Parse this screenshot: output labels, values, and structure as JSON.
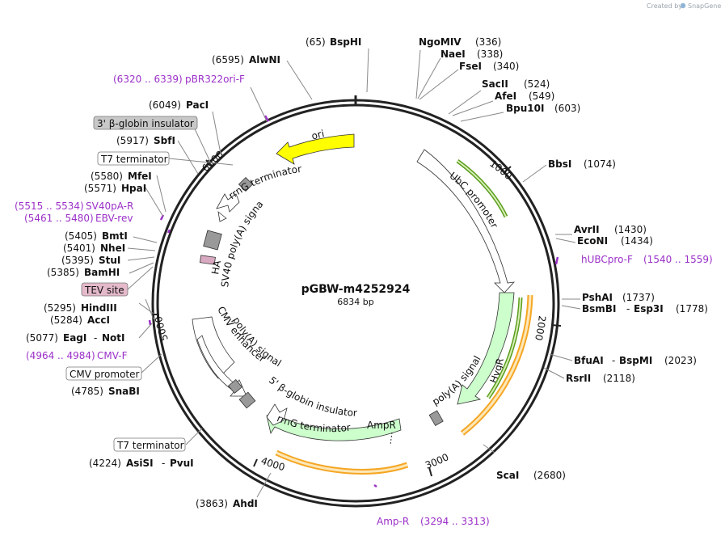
{
  "header": {
    "created_by": "Created by",
    "app_name": "SnapGene"
  },
  "plasmid": {
    "name": "pGBW-m4252924",
    "length": "6834 bp"
  },
  "ticks": [
    "1000",
    "2000",
    "3000",
    "4000",
    "5000",
    "6000"
  ],
  "sites": [
    {
      "name": "BspHI",
      "pos": "(65)"
    },
    {
      "name": "NgoMIV",
      "pos": "(336)"
    },
    {
      "name": "NaeI",
      "pos": "(338)"
    },
    {
      "name": "FseI",
      "pos": "(340)"
    },
    {
      "name": "SacII",
      "pos": "(524)"
    },
    {
      "name": "AfeI",
      "pos": "(549)"
    },
    {
      "name": "Bpu10I",
      "pos": "(603)"
    },
    {
      "name": "BbsI",
      "pos": "(1074)"
    },
    {
      "name": "AvrII",
      "pos": "(1430)"
    },
    {
      "name": "EcoNI",
      "pos": "(1434)"
    },
    {
      "name": "PshAI",
      "pos": "(1737)"
    },
    {
      "name": "BsmBI",
      "name2": "Esp3I",
      "pos": "(1778)"
    },
    {
      "name": "BfuAI",
      "name2": "BspMI",
      "pos": "(2023)"
    },
    {
      "name": "RsrII",
      "pos": "(2118)"
    },
    {
      "name": "ScaI",
      "pos": "(2680)"
    },
    {
      "name": "AhdI",
      "pos": "(3863)"
    },
    {
      "name": "AsiSI",
      "name2": "PvuI",
      "pos": "(4224)"
    },
    {
      "name": "SnaBI",
      "pos": "(4785)"
    },
    {
      "name": "EagI",
      "name2": "NotI",
      "pos": "(5077)"
    },
    {
      "name": "AccI",
      "pos": "(5284)"
    },
    {
      "name": "HindIII",
      "pos": "(5295)"
    },
    {
      "name": "BamHI",
      "pos": "(5385)"
    },
    {
      "name": "StuI",
      "pos": "(5395)"
    },
    {
      "name": "NheI",
      "pos": "(5401)"
    },
    {
      "name": "BmtI",
      "pos": "(5405)"
    },
    {
      "name": "HpaI",
      "pos": "(5571)"
    },
    {
      "name": "MfeI",
      "pos": "(5580)"
    },
    {
      "name": "SbfI",
      "pos": "(5917)"
    },
    {
      "name": "PacI",
      "pos": "(6049)"
    },
    {
      "name": "AlwNI",
      "pos": "(6595)"
    }
  ],
  "primers": [
    {
      "name": "pBR322ori-F",
      "range": "(6320 .. 6339)"
    },
    {
      "name": "hUBCpro-F",
      "range": "(1540 .. 1559)"
    },
    {
      "name": "Amp-R",
      "range": "(3294 .. 3313)"
    },
    {
      "name": "CMV-F",
      "range": "(4964 .. 4984)"
    },
    {
      "name": "SV40pA-R",
      "range": "(5515 .. 5534)"
    },
    {
      "name": "EBV-rev",
      "range": "(5461 .. 5480)"
    }
  ],
  "boxed_labels": [
    "3' β-globin insulator",
    "T7 terminator",
    "TEV site",
    "CMV promoter",
    "T7 terminator"
  ],
  "features": [
    "ori",
    "UbC promoter",
    "HygR",
    "poly(A) signal",
    "AmpR",
    "rrnG terminator",
    "5' β-globin insulator",
    "CMV enhancer",
    "poly(A) signal",
    "SV40 poly(A) signal",
    "HA",
    "rrnG terminator"
  ],
  "colors": {
    "ori": "#ffff00",
    "hygr": "#ccffcc",
    "ampr": "#ccffcc",
    "terminator": "#999999",
    "primer": "#9b30c8",
    "orf_track": "#f5a623",
    "green_track": "#5b9e1e",
    "tev": "#e4b9c9",
    "insulator_box": "#c8c8c8"
  }
}
